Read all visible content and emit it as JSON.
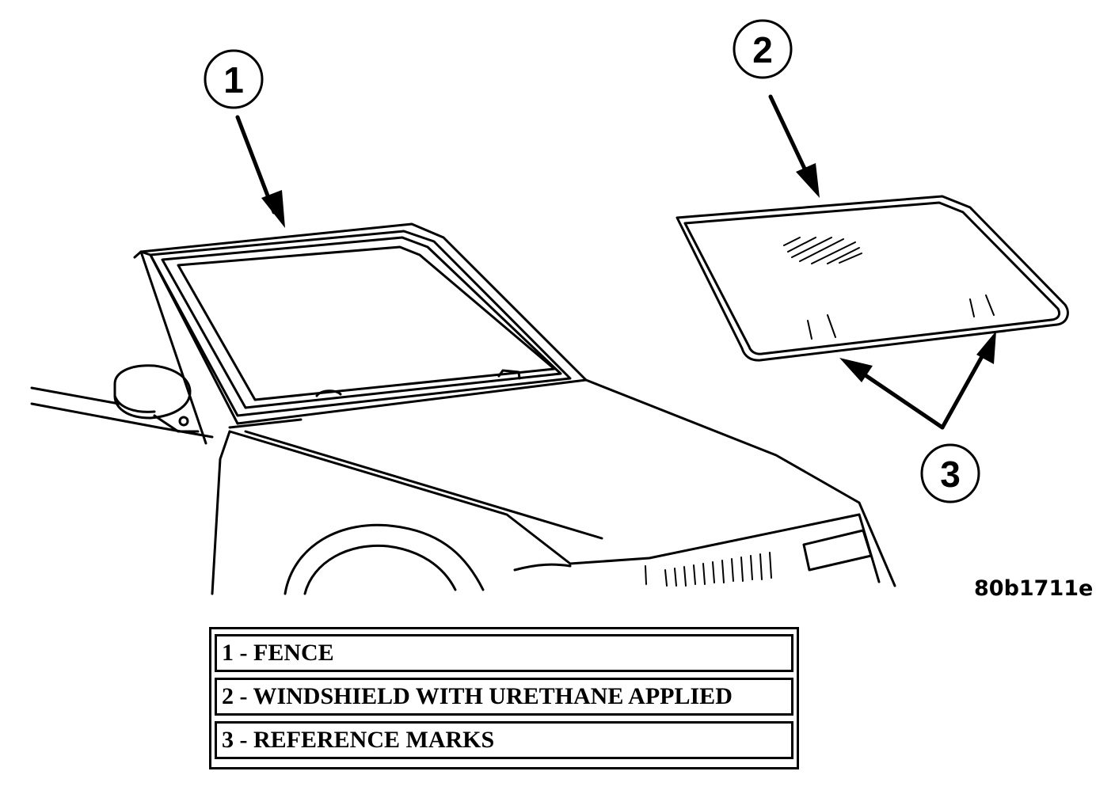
{
  "figure": {
    "id": "80b1711e",
    "callouts": [
      "1",
      "2",
      "3"
    ]
  },
  "legend": {
    "rows": [
      "1 - FENCE",
      "2 - WINDSHIELD WITH URETHANE APPLIED",
      "3 - REFERENCE MARKS"
    ]
  },
  "colors": {
    "ink": "#000000",
    "paper": "#ffffff"
  }
}
